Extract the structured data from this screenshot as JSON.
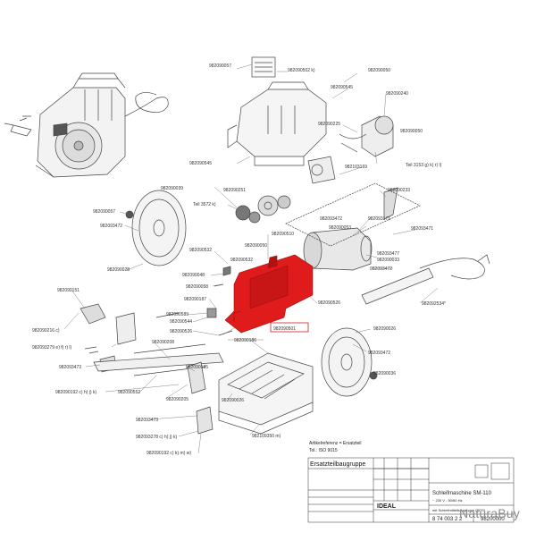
{
  "colors": {
    "highlight": "#e01b1b",
    "line": "#444444",
    "callout": "#d31d1d"
  },
  "labels": {
    "l01": "982090057",
    "l02": "982090502 k)",
    "l03": "982090050",
    "l04": "982090545",
    "l05": "982090240",
    "l06": "982090225",
    "l07": "982090050",
    "l08": "982090545",
    "l09": "982103169",
    "l10": "Teil 3153 g) k) r) l)",
    "l11": "982090039",
    "l12": "982090251",
    "l13": "982090233",
    "l14": "Teil 3572 k)",
    "l15": "982090057",
    "l16": "982093472",
    "l17": "982093171",
    "l18": "982093472",
    "l19": "982093471",
    "l20": "982090532",
    "l21": "982090510",
    "l22": "982090053",
    "l23": "982090050",
    "l24": "982093477",
    "l25": "982090033",
    "l26": "982090028",
    "l27": "982090532",
    "l28": "982093472",
    "l29": "982090048",
    "l30": "982090058",
    "l31": "982090151",
    "l32": "982090187",
    "l33": "982090526",
    "l34": "982092534*",
    "l35": "982090216 c)",
    "l36": "982090589",
    "l37": "982090544",
    "l38": "982090526",
    "l39": "982090501",
    "l40": "982093279 e) f) r) l)",
    "l41": "982090208",
    "l42": "982090186",
    "l43": "982090026",
    "l44": "982093473",
    "l45": "982090185",
    "l46": "982093472",
    "l47": "982090036",
    "l48": "982090192 c) h) j) k)",
    "l49": "982090552",
    "l50": "982090205",
    "l51": "982093473",
    "l52": "982093278 c) h) j) k)",
    "l53": "982090026",
    "l54": "982109350 m)",
    "l55": "982090192 c) k) m) w)"
  },
  "title_block": {
    "ref_line1": "Artikelreferenz = Ersatzteil",
    "ref_line2": "Tol.: ISO 9015",
    "heading": "Ersatzteilbaugruppe",
    "machine": "Schleifmaschine SM-110",
    "spec1": "~ 230 V - 50/60 Hz",
    "spec2": "mit Schleifmittelbaugruppe (SDS)",
    "company": "IDEAL",
    "article": "8 74 003 2 2",
    "drawing_no": "98200000"
  },
  "watermark": "NaturaBuy"
}
